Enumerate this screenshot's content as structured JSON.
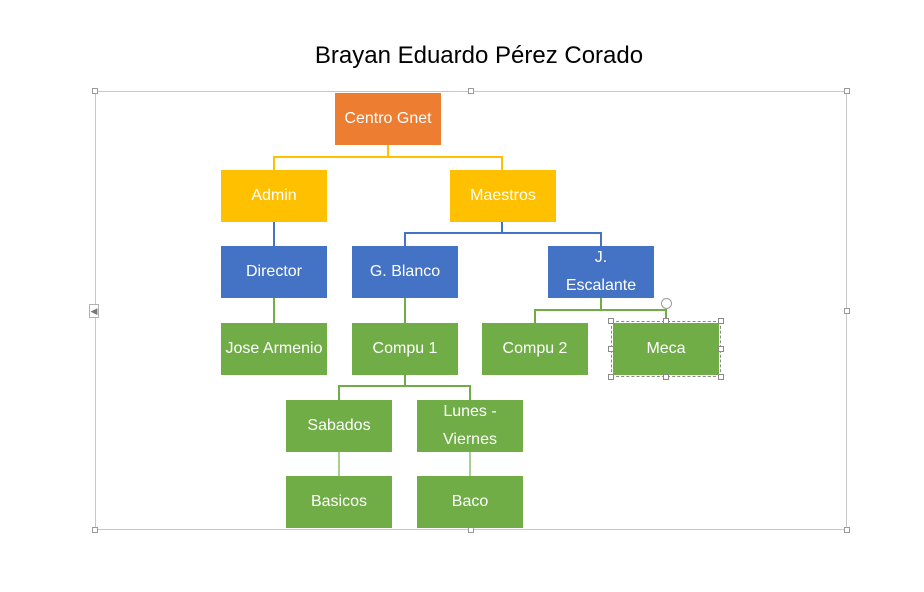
{
  "title": "Brayan Eduardo Pérez Corado",
  "colors": {
    "orange": "#ed7d31",
    "yellow": "#ffc000",
    "blue": "#4472c4",
    "green": "#70ad47"
  },
  "nodes": {
    "root": "Centro Gnet",
    "admin": "Admin",
    "maestros": "Maestros",
    "director": "Director",
    "gblanco": "G. Blanco",
    "jescalante_1": "J.",
    "jescalante_2": "Escalante",
    "jose": "Jose Armenio",
    "compu1": "Compu 1",
    "compu2": "Compu 2",
    "meca": "Meca",
    "sabados": "Sabados",
    "lunes_1": "Lunes -",
    "lunes_2": "Viernes",
    "basicos": "Basicos",
    "baco": "Baco"
  },
  "icons": {
    "rotate": "rotate-handle-icon",
    "collapse": "collapse-arrow-icon"
  }
}
